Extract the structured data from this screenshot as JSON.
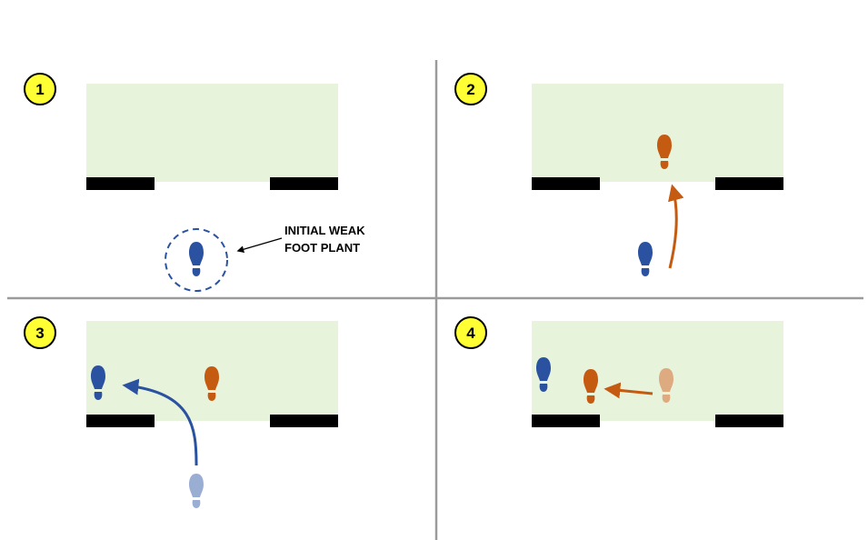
{
  "colors": {
    "field": "#e8f3dc",
    "bar": "#000000",
    "divider": "#9b9b9b",
    "badge_fill": "#ffff33",
    "blue": "#2a52a0",
    "blue_light": "#9aaed4",
    "orange": "#c55a11",
    "orange_light": "#deaa80"
  },
  "panels": [
    {
      "number": "1"
    },
    {
      "number": "2"
    },
    {
      "number": "3"
    },
    {
      "number": "4"
    }
  ],
  "annotation": {
    "line1": "INITIAL WEAK",
    "line2": "FOOT PLANT"
  },
  "icons": {
    "footprint": "shoe-print-icon",
    "arrow": "arrow-icon"
  }
}
